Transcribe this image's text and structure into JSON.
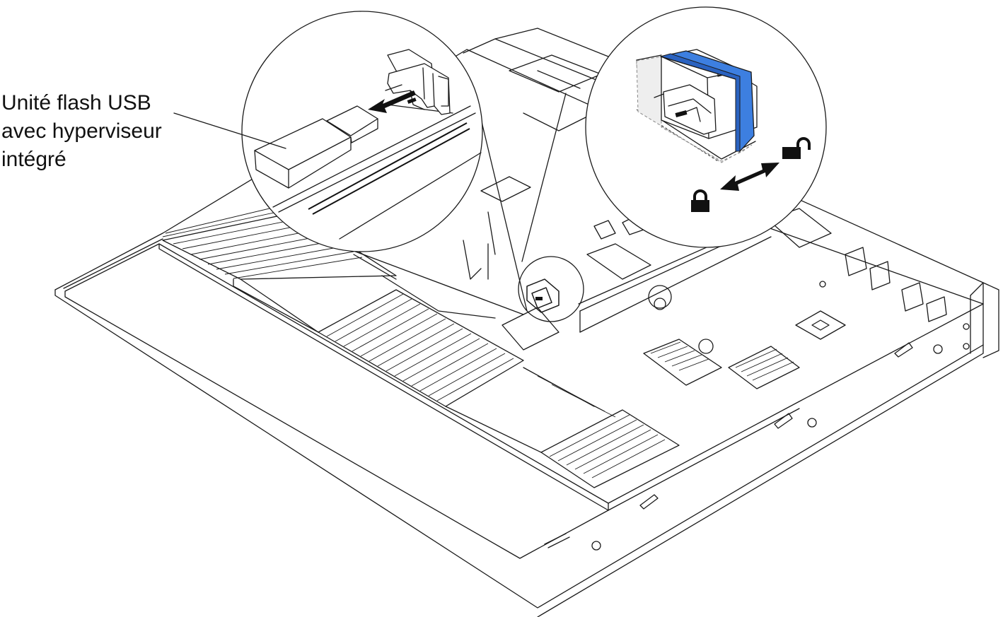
{
  "callout": {
    "lines": [
      "Unité flash USB",
      "avec hyperviseur",
      "intégré"
    ]
  },
  "colors": {
    "latch": "#3d7fe0",
    "latch_side": "#2a62c0",
    "line": "#1a1a1a",
    "background": "#ffffff"
  },
  "icons": {
    "locked": "lock-closed-icon",
    "unlocked": "lock-open-icon",
    "direction_arrow": "double-arrow-icon",
    "removal_arrow": "arrow-left-icon"
  }
}
